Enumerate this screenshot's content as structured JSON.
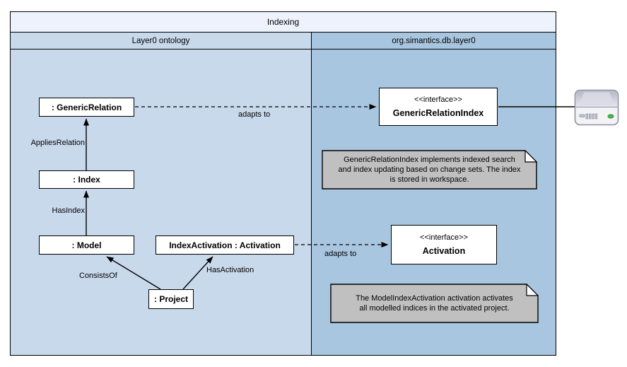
{
  "diagram": {
    "title": "Indexing",
    "columns": [
      {
        "header": "Layer0 ontology"
      },
      {
        "header": "org.simantics.db.layer0"
      }
    ]
  },
  "nodes": {
    "generic_relation": ": GenericRelation",
    "index": ": Index",
    "model": ": Model",
    "index_activation": "IndexActivation : Activation",
    "project": ": Project",
    "iface_generic_relation_index": {
      "stereotype": "<<interface>>",
      "name": "GenericRelationIndex"
    },
    "iface_activation": {
      "stereotype": "<<interface>>",
      "name": "Activation"
    }
  },
  "edges": {
    "applies_relation": "AppliesRelation",
    "has_index": "HasIndex",
    "consists_of": "ConsistsOf",
    "has_activation": "HasActivation",
    "adapts_to_1": "adapts to",
    "adapts_to_2": "adapts to"
  },
  "notes": {
    "generic_relation_index_note": {
      "lines": [
        "GenericRelationIndex implements indexed search",
        "and index updating based on change sets. The index",
        "is stored in workspace."
      ]
    },
    "model_index_activation_note": {
      "lines": [
        "The ModelIndexActivation activation activates",
        "all modelled indices in the activated project."
      ]
    }
  },
  "icons": {
    "disk": "hard-disk-icon"
  },
  "colors": {
    "title-bg": "#edf2fc",
    "left-col-bg": "#c9d9ec",
    "right-col-bg": "#a9c6e0",
    "node-bg": "#ffffff",
    "note-bg": "#c0c0c0",
    "frame-border": "#000000"
  }
}
